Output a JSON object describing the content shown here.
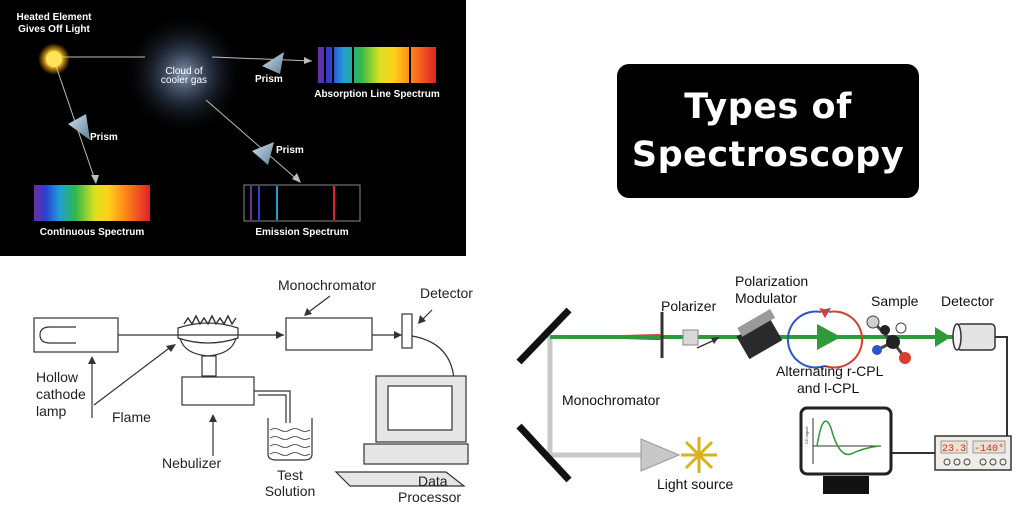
{
  "title": {
    "line1": "Types of",
    "line2": "Spectroscopy"
  },
  "astronomy": {
    "heated_line1": "Heated Element",
    "heated_line2": "Gives Off Light",
    "cloud_line1": "Cloud of",
    "cloud_line2": "cooler gas",
    "prism": "Prism",
    "absorption": "Absorption Line Spectrum",
    "continuous": "Continuous Spectrum",
    "emission": "Emission Spectrum"
  },
  "aas": {
    "monochromator": "Monochromator",
    "detector": "Detector",
    "lamp_line1": "Hollow",
    "lamp_line2": "cathode",
    "lamp_line3": "lamp",
    "flame": "Flame",
    "nebulizer": "Nebulizer",
    "solution_line1": "Test",
    "solution_line2": "Solution",
    "processor_line1": "Data",
    "processor_line2": "Processor"
  },
  "cd": {
    "polarizer": "Polarizer",
    "modulator_line1": "Polarization",
    "modulator_line2": "Modulator",
    "sample": "Sample",
    "detector": "Detector",
    "alternating_line1": "Alternating r-CPL",
    "alternating_line2": "and l-CPL",
    "monochromator": "Monochromator",
    "light_source": "Light source",
    "readout1": "23.3",
    "readout2": "-140°",
    "screen_axis": "CD signal"
  },
  "colors": {
    "beam_green": "#2e9a3a",
    "beam_blue": "#2850c8",
    "beam_red": "#d23a2a",
    "cpl_red": "#d8402c",
    "cpl_blue": "#2c55c8",
    "star_yellow": "#d9b21a"
  }
}
